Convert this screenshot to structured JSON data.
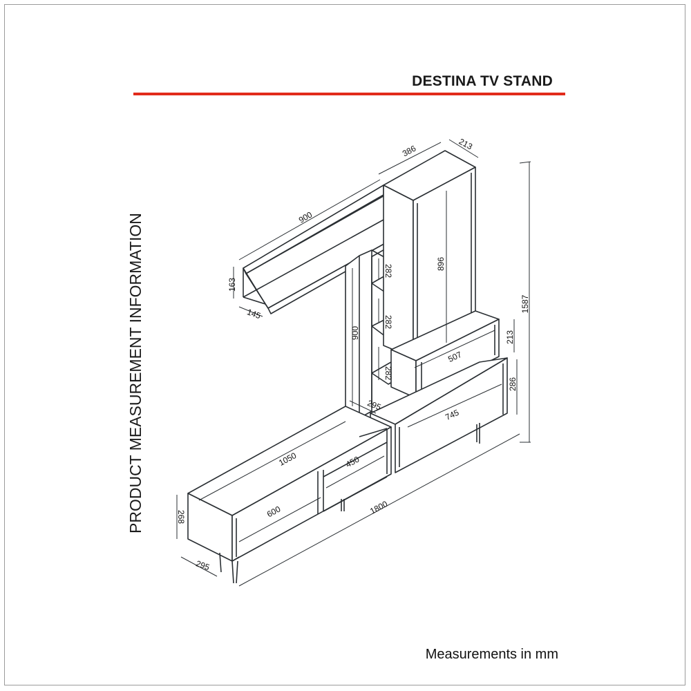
{
  "header": {
    "title": "DESTINA TV STAND"
  },
  "side_label": "PRODUCT MEASUREMENT INFORMATION",
  "footer": {
    "units_note": "Measurements in mm"
  },
  "colors": {
    "accent_rule": "#e12b1b",
    "line": "#2a2f33"
  },
  "dimensions": {
    "shelf_width": "900",
    "shelf_height": "163",
    "shelf_depth": "145",
    "cabinet_width": "386",
    "cabinet_depth": "213",
    "cabinet_height": "896",
    "total_height": "1587",
    "upper_drawer_height": "213",
    "upper_drawer_width": "507",
    "lower_drawer_height": "286",
    "lower_drawer_width": "745",
    "post_height": "900",
    "mini_shelf_1": "282",
    "mini_shelf_2": "282",
    "mini_shelf_3": "282",
    "post_base_depth": "295",
    "base_top_width": "1050",
    "niche_width": "450",
    "base_total_width": "1800",
    "drawer_front_width": "600",
    "base_height": "268",
    "base_depth": "295"
  }
}
